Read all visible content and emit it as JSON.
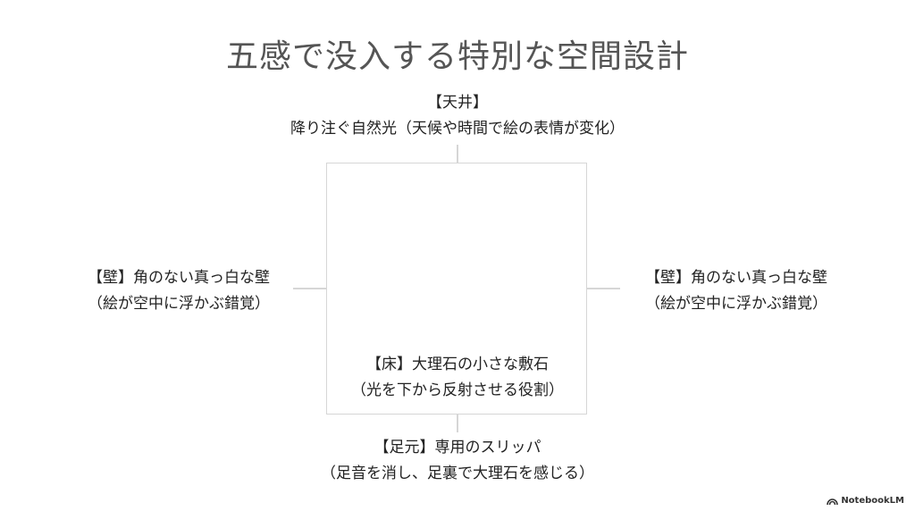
{
  "title": "五感で没入する特別な空間設計",
  "ceiling": {
    "heading": "【天井】",
    "description": "降り注ぐ自然光（天候や時間で絵の表情が変化）"
  },
  "left_wall": {
    "heading": "【壁】角のない真っ白な壁",
    "description": "（絵が空中に浮かぶ錯覚）"
  },
  "right_wall": {
    "heading": "【壁】角のない真っ白な壁",
    "description": "（絵が空中に浮かぶ錯覚）"
  },
  "floor": {
    "heading": "【床】大理石の小さな敷石",
    "description": "（光を下から反射させる役割）"
  },
  "footwear": {
    "heading": "【足元】専用のスリッパ",
    "description": "（足音を消し、足裏で大理石を感じる）"
  },
  "branding": {
    "icon": "notebooklm-logo-icon",
    "text": "NotebookLM"
  },
  "colors": {
    "title": "#555555",
    "text": "#222222",
    "lines": "#d6d6d6",
    "background": "#ffffff"
  }
}
